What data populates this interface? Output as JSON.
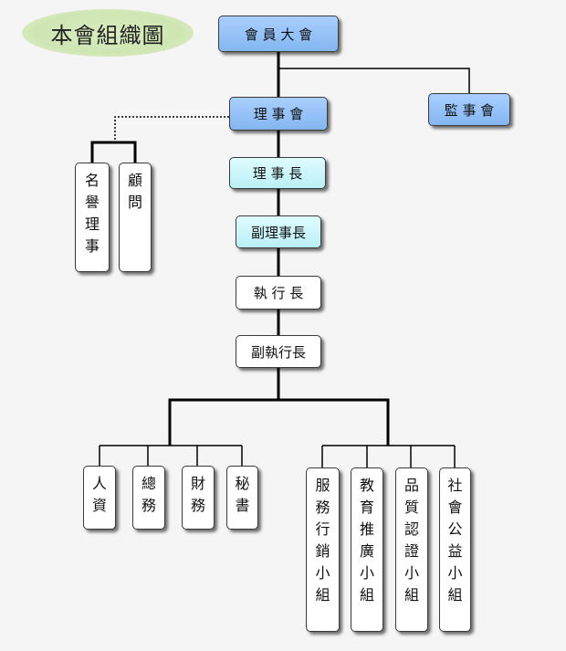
{
  "title": "本會組織圖",
  "nodes": {
    "general_assembly": "會 員 大 會",
    "board": "理 事 會",
    "supervisors": "監 事 會",
    "chairman": "理 事 長",
    "vice_chairman": "副理事長",
    "ceo": "執 行 長",
    "vice_ceo": "副執行長",
    "honorary_director": [
      "名",
      "譽",
      "理",
      "事"
    ],
    "advisor": [
      "顧",
      "問"
    ],
    "personnel": [
      "人",
      "資"
    ],
    "general_affairs": [
      "總",
      "務"
    ],
    "finance": [
      "財",
      "務"
    ],
    "secretary": [
      "秘",
      "書"
    ],
    "service_marketing_group": [
      "服",
      "務",
      "行",
      "銷",
      "小",
      "組"
    ],
    "education_promotion_group": [
      "教",
      "育",
      "推",
      "廣",
      "小",
      "組"
    ],
    "quality_certification_group": [
      "品",
      "質",
      "認",
      "證",
      "小",
      "組"
    ],
    "social_welfare_group": [
      "社",
      "會",
      "公",
      "益",
      "小",
      "組"
    ]
  },
  "colors": {
    "top_box": "#9cc4f8",
    "chairman_box": "#cdf6fb",
    "line": "#000000"
  }
}
